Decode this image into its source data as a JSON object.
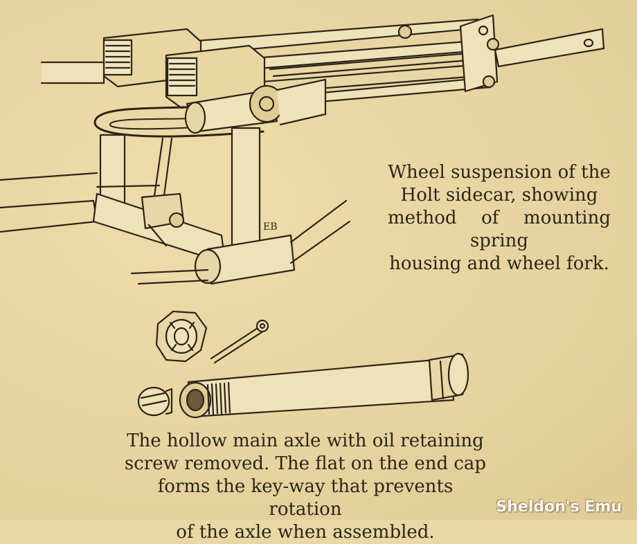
{
  "caption_top": {
    "line1": "Wheel suspension of the",
    "line2": "Holt sidecar, showing",
    "line3": "method of mounting spring",
    "line4": "housing and wheel fork."
  },
  "caption_bottom": {
    "line1": "The hollow main axle with oil retaining",
    "line2": "screw removed. The flat on the end cap",
    "line3": "forms the key-way that prevents rotation",
    "line4": "of the axle when assembled."
  },
  "artist_mark": "EB",
  "watermark": "Sheldon's Emu"
}
